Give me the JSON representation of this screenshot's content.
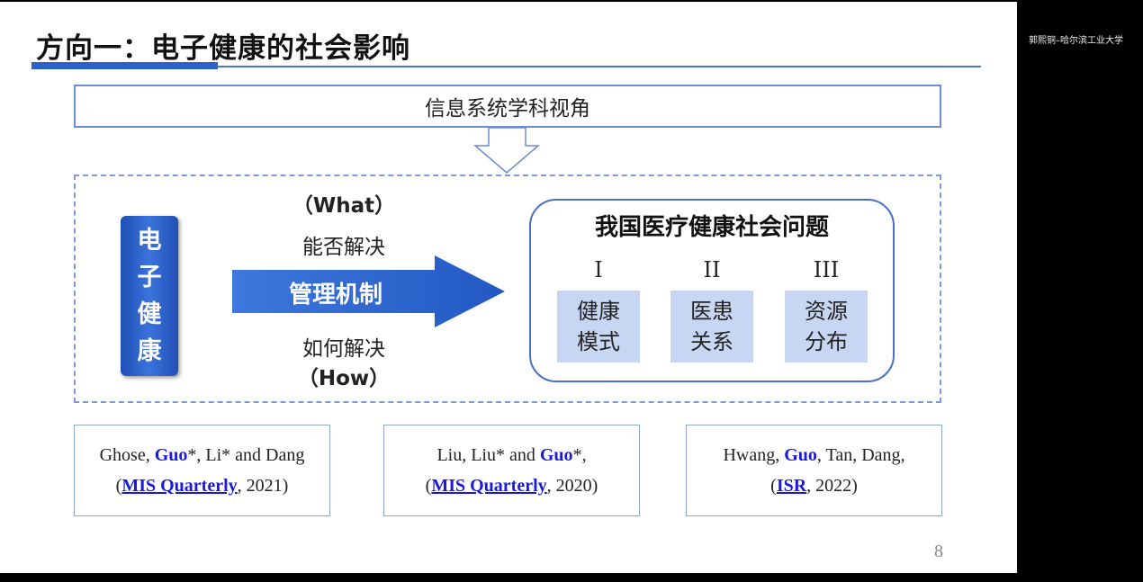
{
  "title": "方向一：电子健康的社会影响",
  "top_box": "信息系统学科视角",
  "ehealth": [
    "电",
    "子",
    "健",
    "康"
  ],
  "what": "（What）",
  "can_solve": "能否解决",
  "mechanism": "管理机制",
  "how_solve": "如何解决",
  "how": "（How）",
  "problems": {
    "title": "我国医疗健康社会问题",
    "items": [
      {
        "roman": "I",
        "l1": "健康",
        "l2": "模式"
      },
      {
        "roman": "II",
        "l1": "医患",
        "l2": "关系"
      },
      {
        "roman": "III",
        "l1": "资源",
        "l2": "分布"
      }
    ]
  },
  "refs": [
    {
      "a": "Ghose, ",
      "guo": "Guo",
      "b": "*, Li* and Dang",
      "p1": "(",
      "journal": "MIS Quarterly",
      "p2": ", 2021)"
    },
    {
      "a": "Liu, Liu* and ",
      "guo": "Guo",
      "b": "*,",
      "p1": "(",
      "journal": "MIS Quarterly",
      "p2": ", 2020)"
    },
    {
      "a": "Hwang, ",
      "guo": "Guo",
      "b": ", Tan, Dang,",
      "p1": "(",
      "journal": "ISR",
      "p2": ", 2022)"
    }
  ],
  "page_number": "8",
  "watermark": "郭熙铜–哈尔滨工业大学",
  "colors": {
    "accent": "#2a62c9",
    "link": "#1a1adf",
    "cell": "#c7d6f2"
  }
}
